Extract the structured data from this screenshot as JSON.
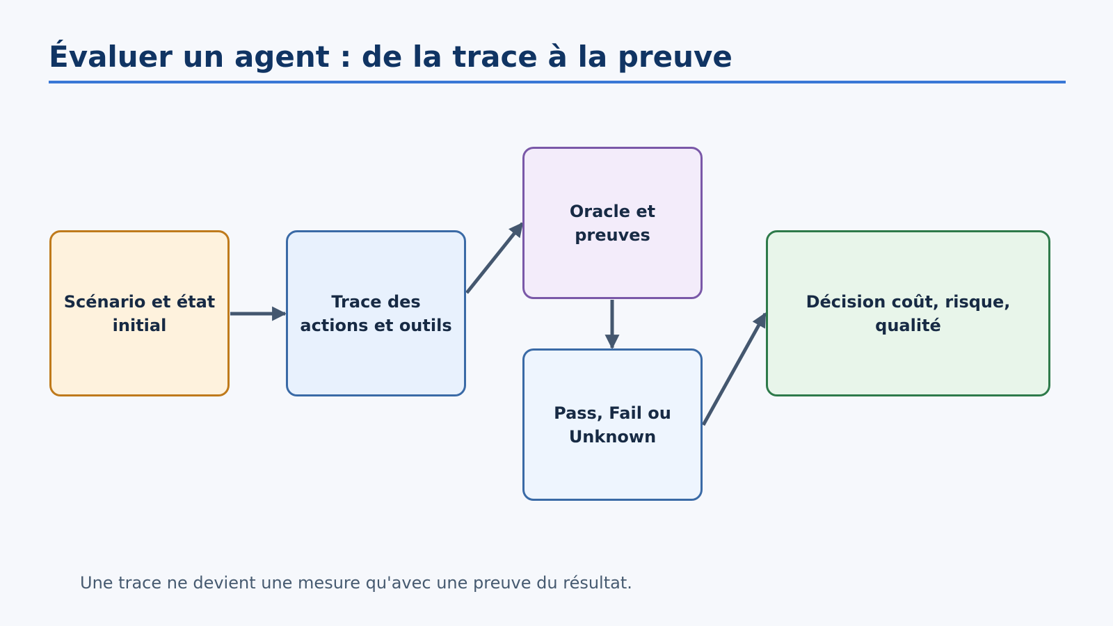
{
  "title": "Évaluer un agent : de la trace à la preuve",
  "nodes": {
    "scenario": "Scénario et état initial",
    "trace": "Trace des actions et outils",
    "oracle": "Oracle et preuves",
    "verdict": "Pass, Fail ou Unknown",
    "decision": "Décision coût, risque, qualité"
  },
  "caption": "Une trace ne devient une mesure qu'avec une preuve du résultat.",
  "colors": {
    "title": "#103463",
    "accent_rule": "#3a78d6",
    "arrow": "#44576f",
    "scenario_border": "#bf7a1b",
    "trace_border": "#3a6aa6",
    "oracle_border": "#7a58a8",
    "verdict_border": "#3a6aa6",
    "decision_border": "#2e7a4a"
  }
}
